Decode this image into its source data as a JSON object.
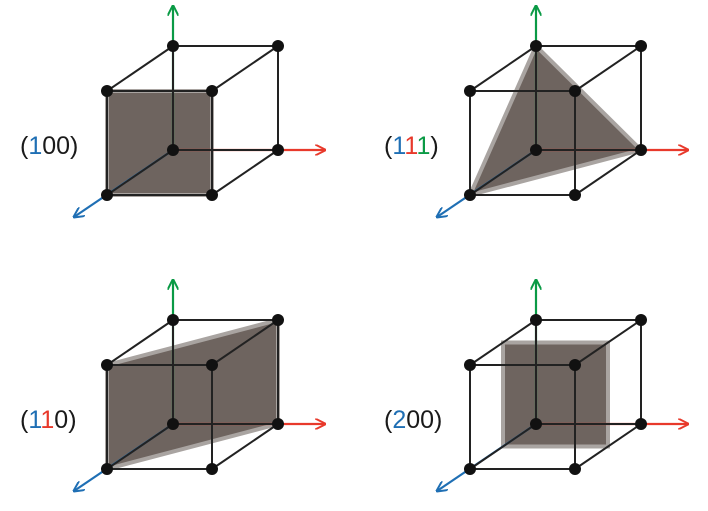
{
  "colors": {
    "x_axis": "#e8392b",
    "y_axis": "#1f6fb4",
    "z_axis": "#0a9a45",
    "edge": "#222222",
    "vertex": "#111111",
    "plane_fill": "#6e645f",
    "plane_stroke": "#a9a4a1",
    "label_text": "#1a1a1a"
  },
  "panels": [
    {
      "id": "100",
      "plane": "100",
      "label": {
        "parts": [
          {
            "text": "(",
            "color": "#1a1a1a"
          },
          {
            "text": "1",
            "color": "#1f6fb4"
          },
          {
            "text": "00)",
            "color": "#1a1a1a"
          }
        ]
      }
    },
    {
      "id": "111",
      "plane": "111",
      "label": {
        "parts": [
          {
            "text": "(",
            "color": "#1a1a1a"
          },
          {
            "text": "1",
            "color": "#1f6fb4"
          },
          {
            "text": "1",
            "color": "#e8392b"
          },
          {
            "text": "1",
            "color": "#0a9a45"
          },
          {
            "text": ")",
            "color": "#1a1a1a"
          }
        ]
      }
    },
    {
      "id": "110",
      "plane": "110",
      "label": {
        "parts": [
          {
            "text": "(",
            "color": "#1a1a1a"
          },
          {
            "text": "1",
            "color": "#1f6fb4"
          },
          {
            "text": "1",
            "color": "#e8392b"
          },
          {
            "text": "0)",
            "color": "#1a1a1a"
          }
        ]
      }
    },
    {
      "id": "200",
      "plane": "200",
      "label": {
        "parts": [
          {
            "text": "(",
            "color": "#1a1a1a"
          },
          {
            "text": "2",
            "color": "#1f6fb4"
          },
          {
            "text": "00)",
            "color": "#1a1a1a"
          }
        ]
      }
    }
  ]
}
